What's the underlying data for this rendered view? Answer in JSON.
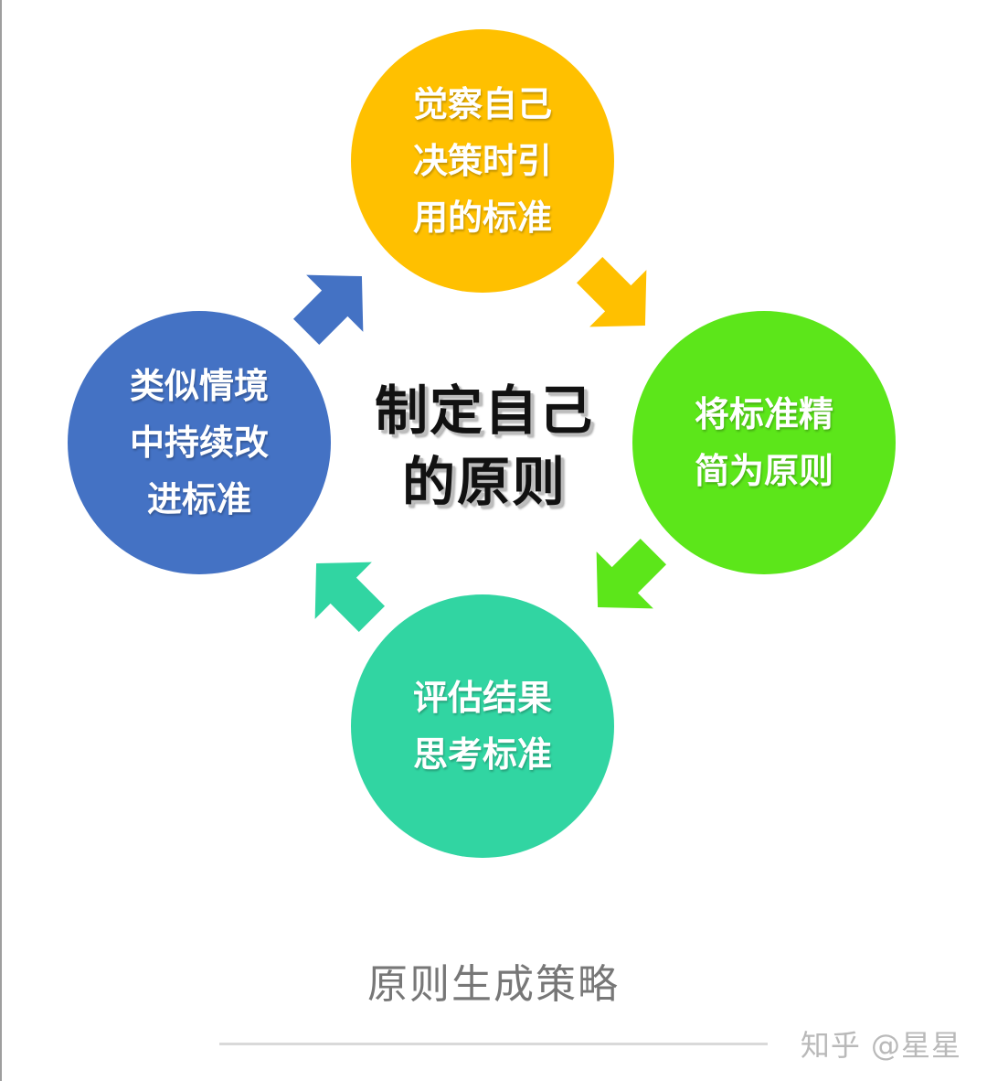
{
  "diagram": {
    "center": "制定自己\n的原则",
    "steps": {
      "top": "觉察自己\n决策时引\n用的标准",
      "right": "将标准精\n简为原则",
      "bottom": "评估结果\n思考标准",
      "left": "类似情境\n中持续改\n进标准"
    },
    "colors": {
      "top": "#ffc000",
      "right": "#5ce61a",
      "bottom": "#31d5a2",
      "left": "#4472c4"
    },
    "arrows": [
      "arrow-top-to-right",
      "arrow-right-to-bottom",
      "arrow-bottom-to-left",
      "arrow-left-to-top"
    ]
  },
  "caption": "原则生成策略",
  "watermark": "知乎 @星星"
}
